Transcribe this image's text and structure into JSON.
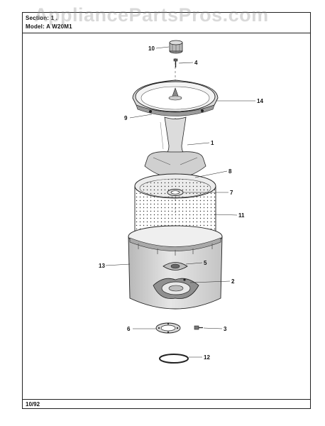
{
  "header": {
    "section_line": "Section: 1 .",
    "model_line": "Model: A W20M1"
  },
  "watermark": "AppliancePartsPros.com",
  "footer": {
    "date": "10/92"
  },
  "callouts": {
    "p1": "1",
    "p2": "2",
    "p3": "3",
    "p4": "4",
    "p5": "5",
    "p6": "6",
    "p7": "7",
    "p8": "8",
    "p9": "9",
    "p10": "10",
    "p11": "11",
    "p12": "12",
    "p13": "13",
    "p14": "14"
  },
  "colors": {
    "line": "#222222",
    "shade": "#cfcfcf",
    "dark": "#8a8a8a"
  }
}
